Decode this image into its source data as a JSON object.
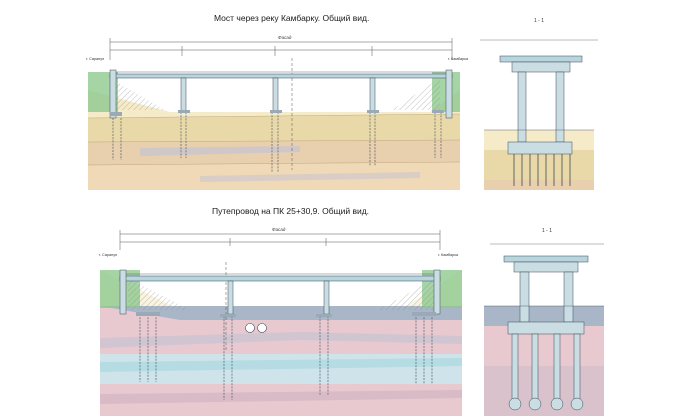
{
  "titles": {
    "top": "Мост через реку Камбарку. Общий вид.",
    "bottom": "Путепровод на ПК 25+30,9. Общий вид."
  },
  "top_elevation": {
    "facade_label": "Фасад",
    "left_end": "г. Сарапул",
    "right_end": "г. Камбарка"
  },
  "bottom_elevation": {
    "facade_label": "Фасад",
    "left_end": "г. Сарапул",
    "right_end": "г. Камбарка"
  },
  "sections": {
    "top_label": "1 - 1",
    "bottom_label": "1 - 1"
  },
  "colors": {
    "line": "#3a4a5a",
    "deck": "#b8d4dc",
    "pier": "#c9dde3",
    "sand_light": "#f6ebc9",
    "sand": "#ead9a8",
    "loam": "#e8cfae",
    "clay_pink": "#e8c9d0",
    "clay_gray": "#c9c4cf",
    "blue_gray": "#a9b6c8",
    "light_blue": "#cfe3ea",
    "cyan": "#b5dbe3",
    "green": "#8ec98e"
  }
}
